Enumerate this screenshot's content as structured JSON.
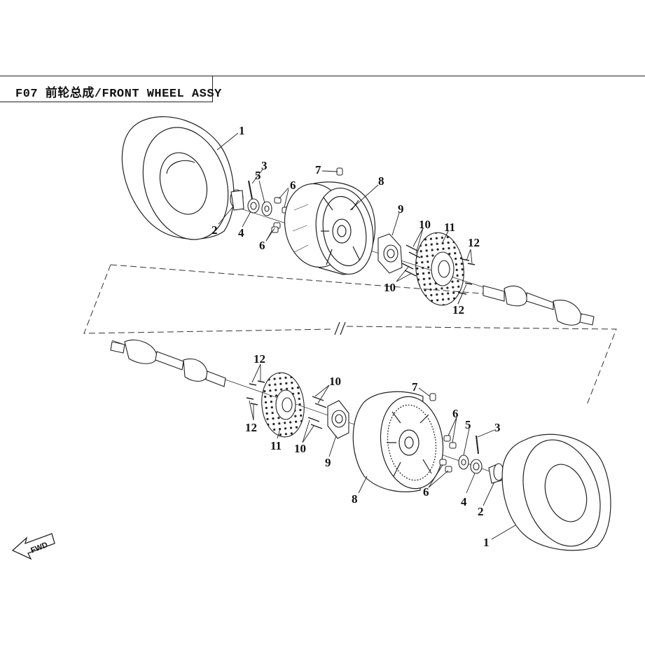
{
  "header": {
    "title": "F07 前轮总成/FRONT WHEEL ASSY"
  },
  "fwd_label": "FWD",
  "callouts_upper": [
    "1",
    "2",
    "3",
    "4",
    "5",
    "6",
    "6",
    "7",
    "8",
    "9",
    "10",
    "10",
    "11",
    "12",
    "12"
  ],
  "callouts_lower": [
    "1",
    "2",
    "3",
    "4",
    "5",
    "6",
    "6",
    "7",
    "8",
    "9",
    "10",
    "10",
    "11",
    "12",
    "12"
  ],
  "colors": {
    "line": "#222222",
    "tire_fill": "#ffffff",
    "accent": "#111111"
  }
}
